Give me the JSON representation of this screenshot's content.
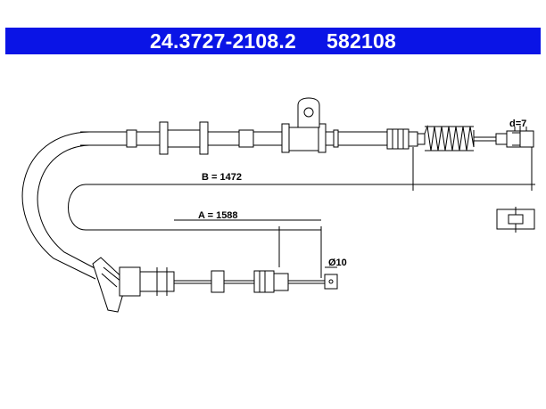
{
  "header": {
    "part_number": "24.3727-2108.2",
    "ref_number": "582108",
    "bg_color": "#0a14e6",
    "text_color": "#ffffff"
  },
  "dimensions": {
    "b_label": "B = 1472",
    "a_label": "A = 1588",
    "d_label": "d=7",
    "dia_label": "Ø10"
  }
}
